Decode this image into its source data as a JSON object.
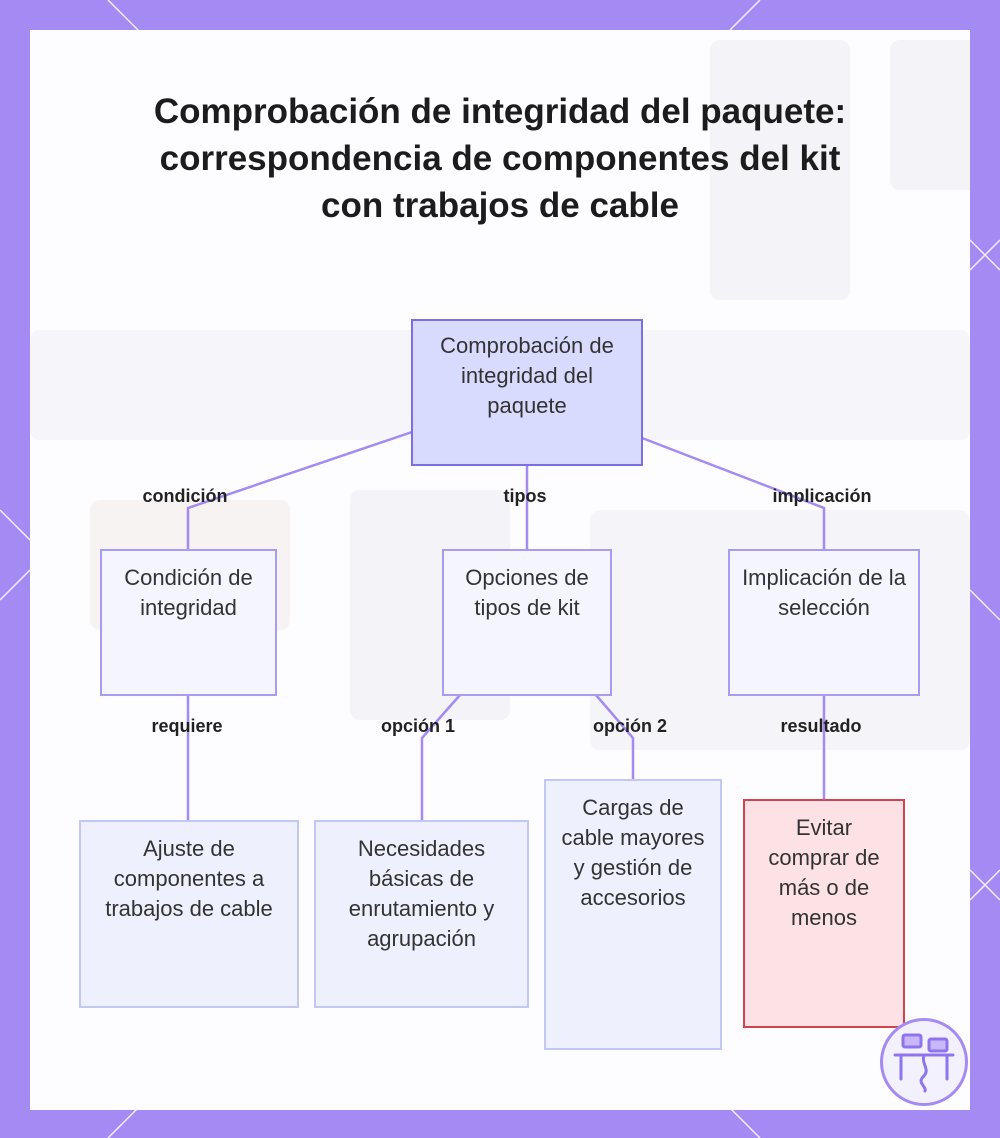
{
  "title": "Comprobación de integridad del paquete: correspondencia de componentes del kit con trabajos de cable",
  "nodes": {
    "root": "Comprobación de integridad del paquete",
    "condicion": "Condición de integridad",
    "opciones": "Opciones de tipos de kit",
    "implicacion": "Implicación de la selección",
    "ajuste": "Ajuste de componentes a trabajos de cable",
    "necesidades": "Necesidades básicas de enrutamiento y agrupación",
    "cargas": "Cargas de cable mayores y gestión de accesorios",
    "evitar": "Evitar comprar de más o de menos"
  },
  "edges": {
    "condicion": "condición",
    "tipos": "tipos",
    "implicacion": "implicación",
    "requiere": "requiere",
    "opcion1": "opción 1",
    "opcion2": "opción 2",
    "resultado": "resultado"
  },
  "colors": {
    "frame": "#a48af3",
    "edge": "#a48af3",
    "root_fill": "#d8dbfd",
    "node_fill": "#f4f5fe",
    "alert_border": "#d2434f",
    "alert_fill": "#fce1e5"
  },
  "badge_icon": "desk-workstation-icon"
}
